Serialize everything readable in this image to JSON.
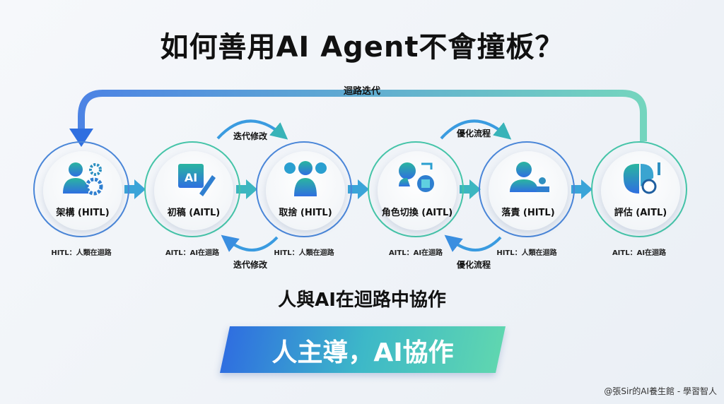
{
  "title": "如何善用AI Agent不會撞板？",
  "loop_label": "迴路迭代",
  "nodes": [
    {
      "label": "架構 (HITL)",
      "caption": "HITL：人類在迴路",
      "icon": "person-gears-icon",
      "type": "HITL"
    },
    {
      "label": "初稿 (AITL)",
      "caption": "AITL：AI在迴路",
      "icon": "ai-chip-pen-icon",
      "type": "AITL"
    },
    {
      "label": "取捨 (HITL)",
      "caption": "HITL：人類在迴路",
      "icon": "person-choice-icon",
      "type": "HITL"
    },
    {
      "label": "角色切換 (AITL)",
      "caption": "AITL：AI在迴路",
      "icon": "human-ai-swap-icon",
      "type": "AITL"
    },
    {
      "label": "落責 (HITL)",
      "caption": "HITL：人類在迴路",
      "icon": "person-stamp-icon",
      "type": "HITL"
    },
    {
      "label": "評估 (AITL)",
      "caption": "AITL：AI在迴路",
      "icon": "brain-analytics-icon",
      "type": "AITL"
    }
  ],
  "mini_arrows": {
    "iterate_top": "迭代修改",
    "iterate_bottom": "迭代修改",
    "optimize_top": "優化流程",
    "optimize_bottom": "優化流程"
  },
  "subtitle": "人與AI在迴路中協作",
  "banner": "人主導，AI協作",
  "footer": "@張Sir的AI養生館 - 學習智人",
  "colors": {
    "blue": "#2f6fe0",
    "teal": "#3dc2a8"
  }
}
